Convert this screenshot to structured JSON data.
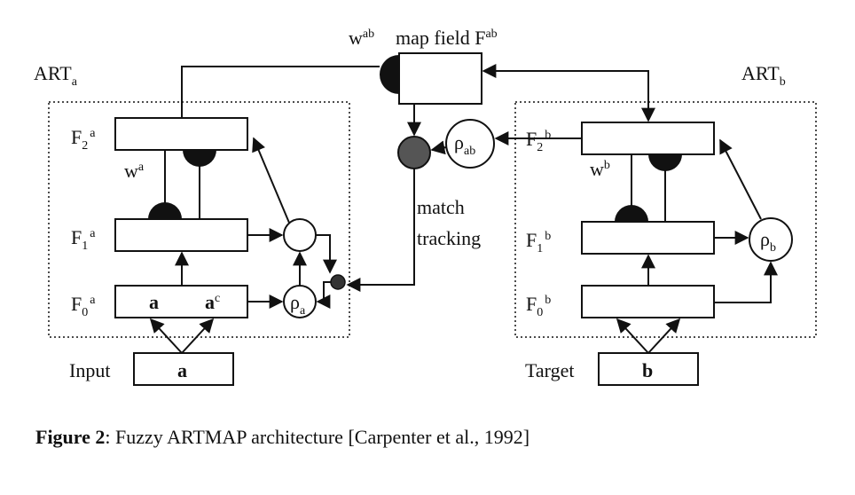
{
  "header": {
    "weight_ab": {
      "base": "w",
      "sup": "ab"
    },
    "map_field": {
      "text": "map field F",
      "sup": "ab"
    }
  },
  "art_a": {
    "title": {
      "base": "ART",
      "sub": "a"
    },
    "f2": {
      "base": "F",
      "sub": "2",
      "sup": "a"
    },
    "f1": {
      "base": "F",
      "sub": "1",
      "sup": "a"
    },
    "f0": {
      "base": "F",
      "sub": "0",
      "sup": "a"
    },
    "weight": {
      "base": "w",
      "sup": "a"
    },
    "f0_a": "a",
    "f0_ac": {
      "base": "a",
      "sup": "c"
    },
    "rho": {
      "base": "ρ",
      "sub": "a"
    },
    "input_label": "Input",
    "input_value": "a"
  },
  "art_b": {
    "title": {
      "base": "ART",
      "sub": "b"
    },
    "f2": {
      "base": "F",
      "sub": "2",
      "sup": "b"
    },
    "f1": {
      "base": "F",
      "sub": "1",
      "sup": "b"
    },
    "f0": {
      "base": "F",
      "sub": "0",
      "sup": "b"
    },
    "weight": {
      "base": "w",
      "sup": "b"
    },
    "rho": {
      "base": "ρ",
      "sub": "b"
    },
    "target_label": "Target",
    "target_value": "b"
  },
  "center": {
    "rho_ab": {
      "base": "ρ",
      "sub": "ab"
    },
    "match_line1": "match",
    "match_line2": "tracking"
  },
  "caption": {
    "label": "Figure 2",
    "text": ": Fuzzy ARTMAP architecture [Carpenter et al., 1992]"
  }
}
